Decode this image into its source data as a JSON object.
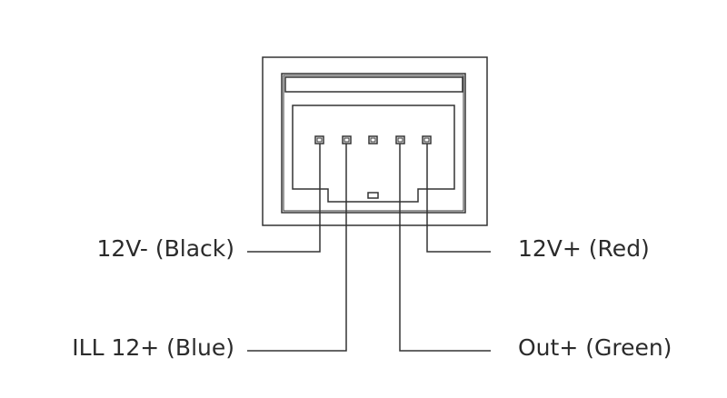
{
  "labels": {
    "pin1": "12V- (Black)",
    "pin2": "ILL 12+ (Blue)",
    "pin4": "Out+ (Green)",
    "pin5": "12V+ (Red)"
  },
  "colors": {
    "line": "#333333",
    "text": "#2b2b2b"
  }
}
